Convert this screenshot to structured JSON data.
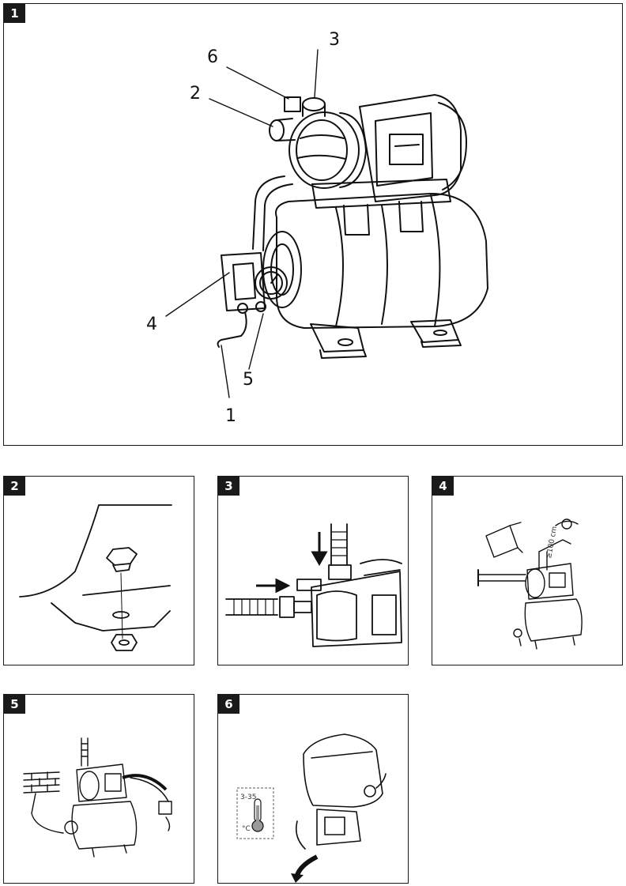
{
  "figures": [
    {
      "number": "1"
    },
    {
      "number": "2"
    },
    {
      "number": "3"
    },
    {
      "number": "4"
    },
    {
      "number": "5"
    },
    {
      "number": "6"
    }
  ],
  "callouts": [
    "1",
    "2",
    "3",
    "4",
    "5",
    "6"
  ],
  "figure6_thermometer": {
    "range": "3-35",
    "unit": "°C"
  },
  "figure4_height_mark": "≥100 cm"
}
